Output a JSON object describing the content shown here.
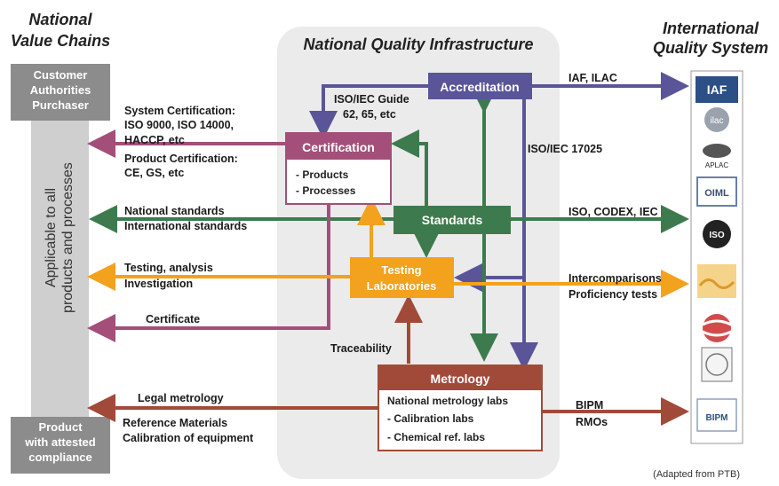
{
  "headers": {
    "national_value_chains": [
      "National",
      "Value Chains"
    ],
    "nqi": "National Quality Infrastructure",
    "international": [
      "International",
      "Quality System"
    ]
  },
  "left_column": {
    "top_box": [
      "Customer",
      "Authorities",
      "Purchaser"
    ],
    "vertical_text": [
      "Applicable to all",
      "products and processes"
    ],
    "bottom_box": [
      "Product",
      "with attested",
      "compliance"
    ]
  },
  "boxes": {
    "accreditation": "Accreditation",
    "certification": {
      "title": "Certification",
      "items": [
        "- Products",
        "- Processes"
      ]
    },
    "standards": "Standards",
    "testing": [
      "Testing",
      "Laboratories"
    ],
    "metrology": {
      "title": "Metrology",
      "items": [
        "National metrology labs",
        "- Calibration labs",
        "- Chemical ref. labs"
      ]
    }
  },
  "labels": {
    "iso_guide": [
      "ISO/IEC Guide",
      "62, 65, etc"
    ],
    "iso17025": "ISO/IEC 17025",
    "iaf_ilac": "IAF, ILAC",
    "iso_codex": "ISO, CODEX, IEC",
    "intercomp": [
      "Intercomparisons",
      "Proficiency tests"
    ],
    "bipm": [
      "BIPM",
      "RMOs"
    ],
    "traceability": "Traceability",
    "system_cert": [
      "System Certification:",
      "ISO 9000, ISO 14000,",
      "HACCP, etc"
    ],
    "product_cert": [
      "Product Certification:",
      "CE, GS, etc"
    ],
    "nat_standards": [
      "National standards",
      "International standards"
    ],
    "testing_analysis": [
      "Testing, analysis",
      "Investigation"
    ],
    "certificate": "Certificate",
    "legal_metrology": "Legal metrology",
    "ref_materials": [
      "Reference Materials",
      "Calibration of equipment"
    ],
    "adapted": "(Adapted from PTB)"
  },
  "logos": [
    "IAF",
    "ilac",
    "APLAC",
    "OIML",
    "ISO",
    "",
    "",
    "",
    "BIPM"
  ],
  "colors": {
    "grey_box": "#8c8c8c",
    "grey_strip": "#cfcfcf",
    "nqi_bg": "#ebebeb",
    "accreditation": "#5a5598",
    "certification": "#a34f7a",
    "standards": "#3d7a4d",
    "testing": "#f2a21c",
    "metrology": "#a24a3a"
  }
}
